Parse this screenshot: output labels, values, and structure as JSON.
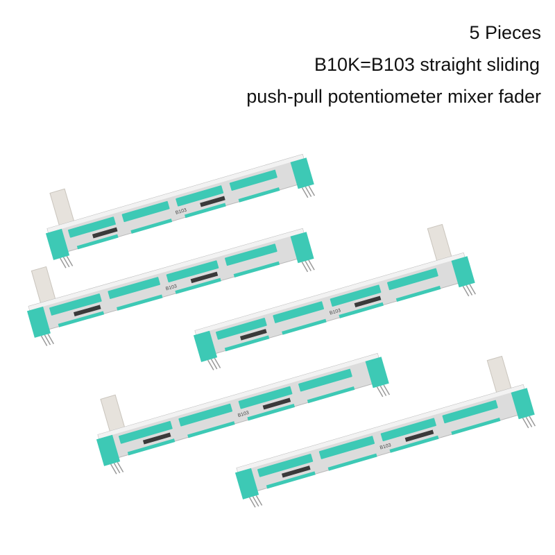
{
  "caption": {
    "line1": "5 Pieces",
    "line2": "B10K=B103 straight sliding",
    "line3": "push-pull potentiometer mixer fader"
  },
  "product": {
    "count": 5,
    "marking": "B103",
    "colors": {
      "body_teal": "#3dc9b5",
      "metal": "#dcdcdc",
      "lever": "#e6e2dc",
      "slot": "#3a3a3a"
    },
    "lever_side": [
      "left",
      "left",
      "right",
      "left",
      "right"
    ]
  }
}
